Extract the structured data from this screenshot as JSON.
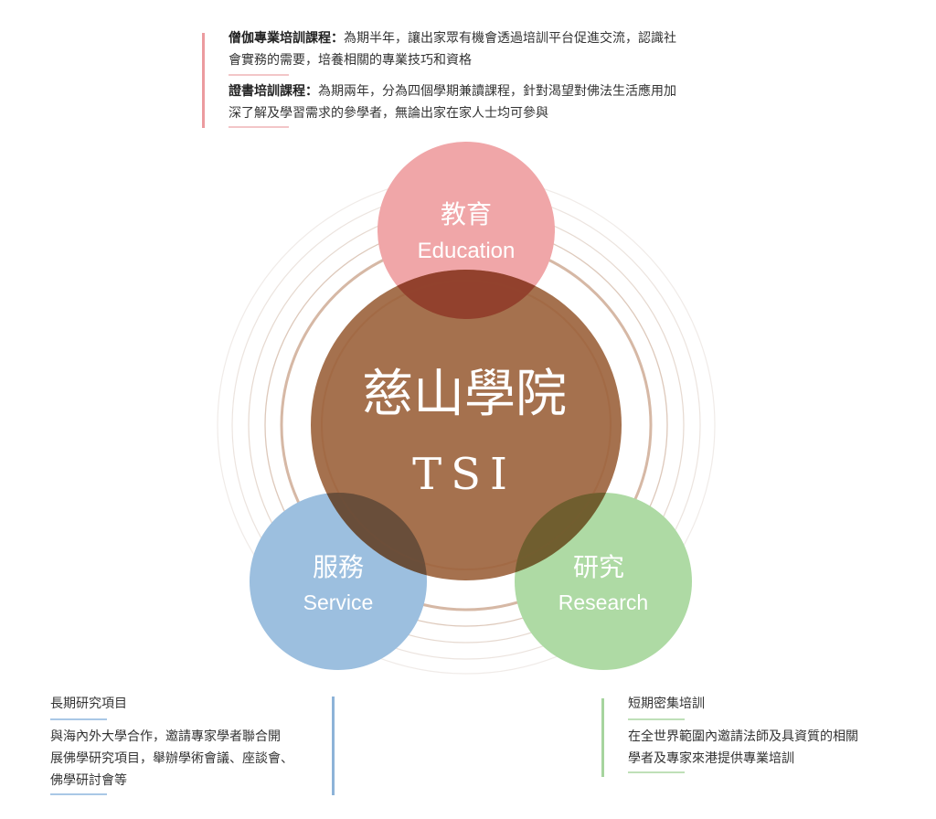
{
  "education_text": {
    "para1_title": "僧伽專業培訓課程：",
    "para1_line1": "為期半年，讓出家眾有機會透過培訓平台促進交流，認識社",
    "para1_line2": "會實務的需要，培養相關的專業技巧和資格",
    "para2_title": "證書培訓課程：",
    "para2_line1": "為期兩年，分為四個學期兼讀課程，針對渴望對佛法生活應用加",
    "para2_line2": "深了解及學習需求的參學者，無論出家在家人士均可參與"
  },
  "center": {
    "title_zh": "慈山學院",
    "title_en": "TSI"
  },
  "circles": {
    "education": {
      "zh": "教育",
      "en": "Education"
    },
    "service": {
      "zh": "服務",
      "en": "Service"
    },
    "research": {
      "zh": "研究",
      "en": "Research"
    }
  },
  "service_text": {
    "heading": "長期研究項目",
    "line1": "與海內外大學合作，邀請專家學者聯合開",
    "line2": "展佛學研究項目，舉辦學術會議、座談會、",
    "line3": "佛學研討會等"
  },
  "research_text": {
    "heading": "短期密集培訓",
    "line1": "在全世界範圍內邀請法師及具資質的相關",
    "line2": "學者及專家來港提供專業培訓"
  },
  "colors": {
    "education": "#ec9b9f",
    "service": "#8db3d8",
    "research": "#a6d49e",
    "center": "#985d36"
  }
}
